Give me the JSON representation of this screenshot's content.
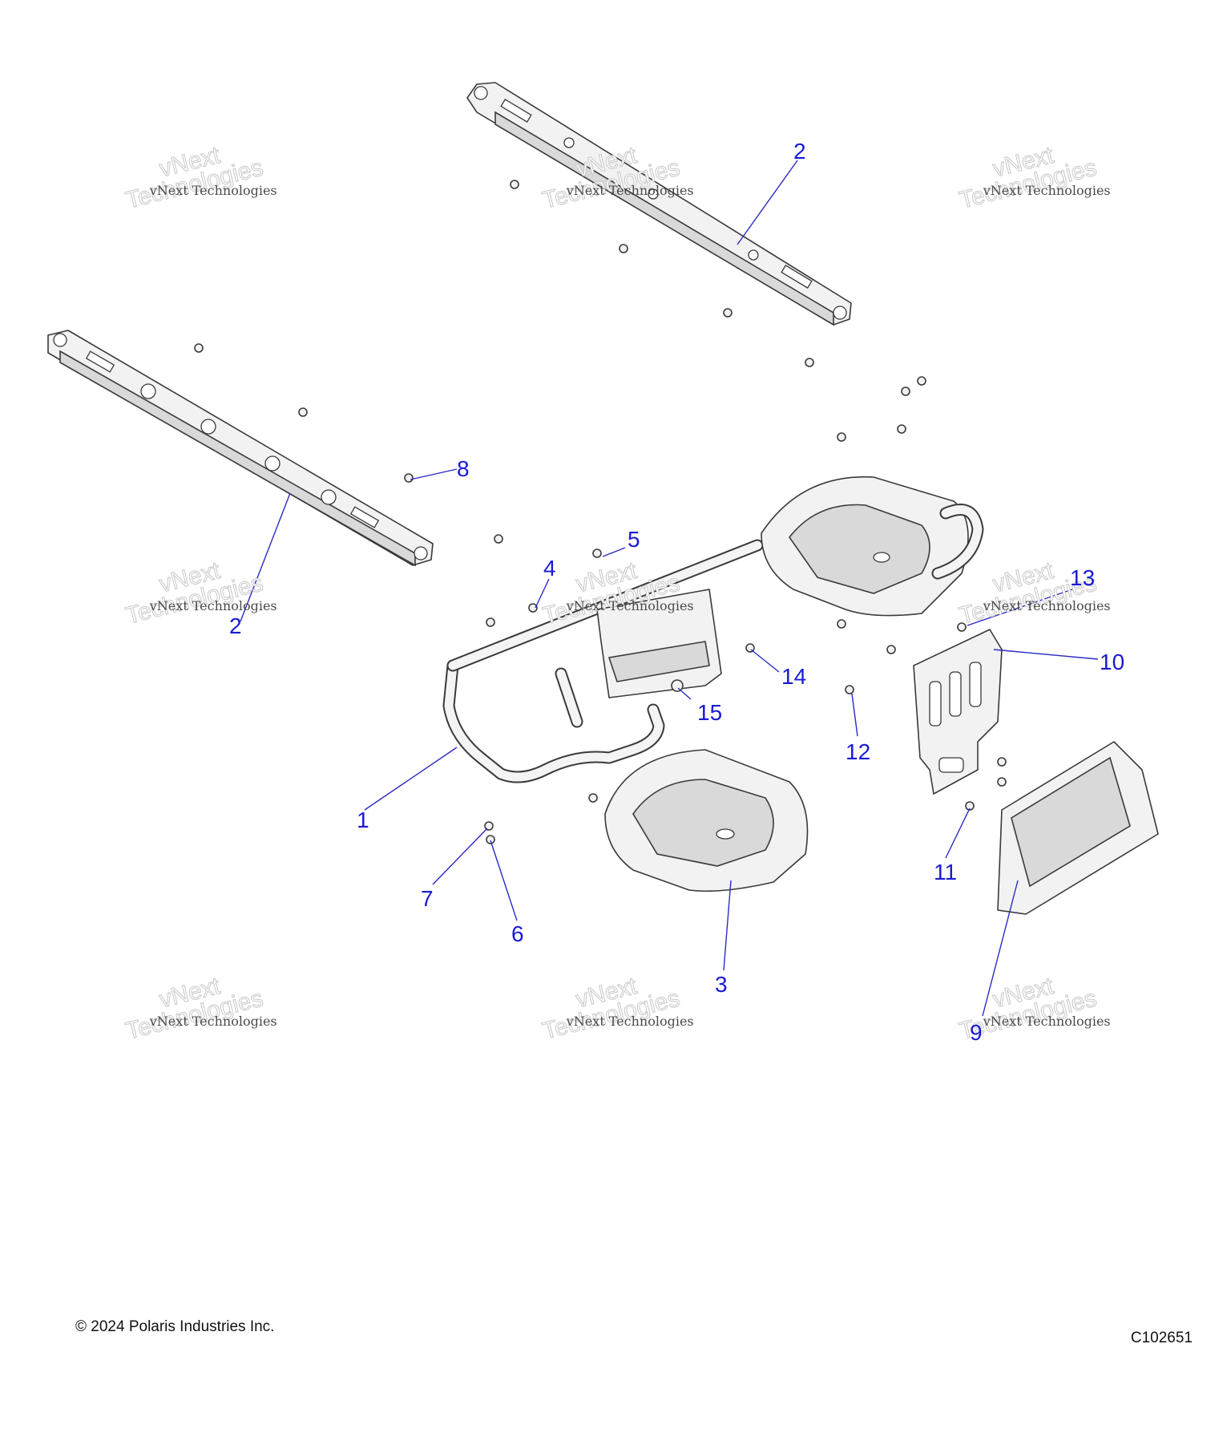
{
  "callouts": [
    "1",
    "2",
    "2",
    "3",
    "4",
    "5",
    "6",
    "7",
    "8",
    "9",
    "10",
    "11",
    "12",
    "13",
    "14",
    "15"
  ],
  "watermark": {
    "line1": "vNext Technologies",
    "line2": "Technologies",
    "line3": "vNext"
  },
  "footer": {
    "copyright": "© 2024 Polaris Industries Inc.",
    "drawing_id": "C102651"
  }
}
